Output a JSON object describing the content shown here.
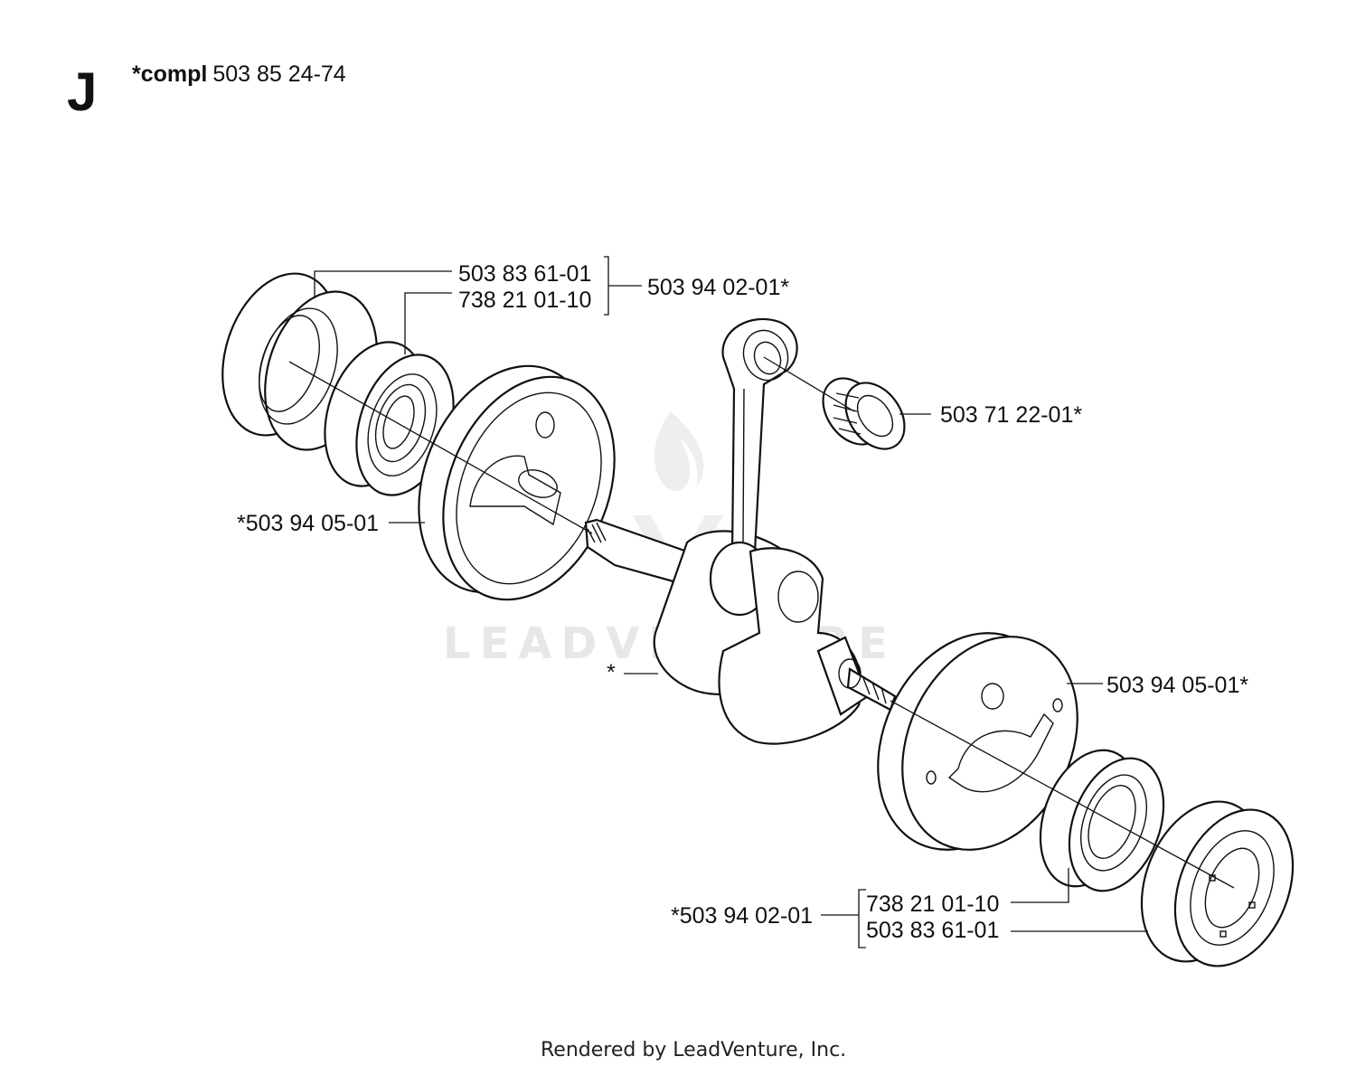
{
  "header": {
    "section_letter": "J",
    "compl_prefix": "*compl",
    "compl_number": "503 85 24-74"
  },
  "callouts": {
    "bearing_ring_top": "503 83 61-01",
    "ball_bearing_top": "738 21 01-10",
    "bearing_kit_top": "503 94 02-01*",
    "needle_bearing": "503 71 22-01*",
    "flywheel_half_left": "*503 94 05-01",
    "crankshaft": "*",
    "flywheel_half_right": "503 94 05-01*",
    "bearing_kit_bottom": "*503 94 02-01",
    "ball_bearing_bottom": "738 21 01-10",
    "bearing_ring_bottom": "503 83 61-01"
  },
  "watermark": "LEADVENTURE",
  "footer": "Rendered by LeadVenture, Inc."
}
